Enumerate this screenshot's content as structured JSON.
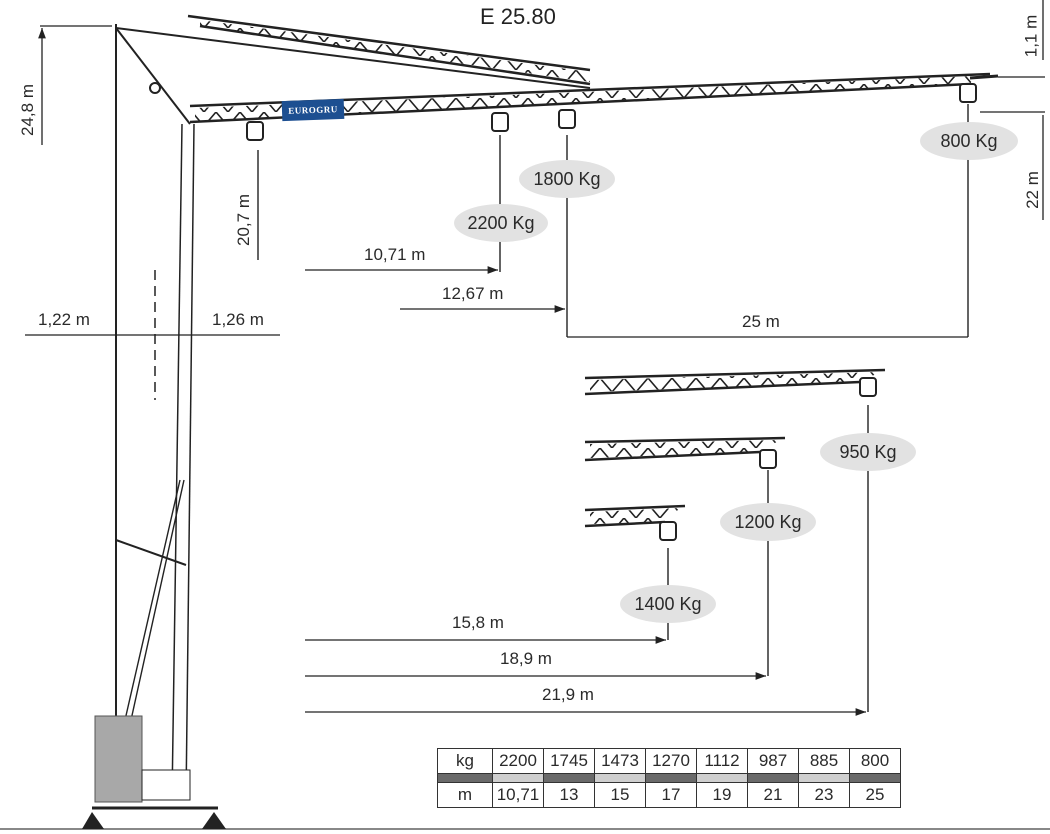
{
  "title": "E 25.80",
  "brand": {
    "logo_text": "EUROGRU",
    "logo_color": "#1d4f91"
  },
  "dimensions": {
    "tower_height": "24,8 m",
    "hook_height_min": "20,7 m",
    "jib_tip_offset": "1,1 m",
    "hook_height_tip": "22 m",
    "base_left": "1,22 m",
    "base_right": "1,26 m",
    "radius_1": "10,71 m",
    "radius_2": "12,67 m",
    "radius_max": "25 m",
    "radius_short_1": "15,8 m",
    "radius_short_2": "18,9 m",
    "radius_short_3": "21,9 m"
  },
  "loads": {
    "l_2200": "2200 Kg",
    "l_1800": "1800 Kg",
    "l_800": "800 Kg",
    "l_950": "950 Kg",
    "l_1200": "1200 Kg",
    "l_1400": "1400 Kg"
  },
  "load_table": {
    "kg_label": "kg",
    "m_label": "m",
    "kg": [
      "2200",
      "1745",
      "1473",
      "1270",
      "1112",
      "987",
      "885",
      "800"
    ],
    "m": [
      "10,71",
      "13",
      "15",
      "17",
      "19",
      "21",
      "23",
      "25"
    ]
  },
  "chart_data": {
    "type": "table",
    "title": "E 25.80 load chart",
    "columns": [
      "m",
      "kg"
    ],
    "rows": [
      [
        "10,71",
        2200
      ],
      [
        "13",
        1745
      ],
      [
        "15",
        1473
      ],
      [
        "17",
        1270
      ],
      [
        "19",
        1112
      ],
      [
        "21",
        987
      ],
      [
        "23",
        885
      ],
      [
        "25",
        800
      ]
    ],
    "jib_configurations": [
      {
        "radius_m": 25,
        "tip_load_kg": 800
      },
      {
        "radius_m": 21.9,
        "tip_load_kg": 950
      },
      {
        "radius_m": 18.9,
        "tip_load_kg": 1200
      },
      {
        "radius_m": 15.8,
        "tip_load_kg": 1400
      },
      {
        "radius_m": 12.67,
        "load_kg": 1800
      },
      {
        "radius_m": 10.71,
        "load_kg": 2200
      }
    ]
  }
}
